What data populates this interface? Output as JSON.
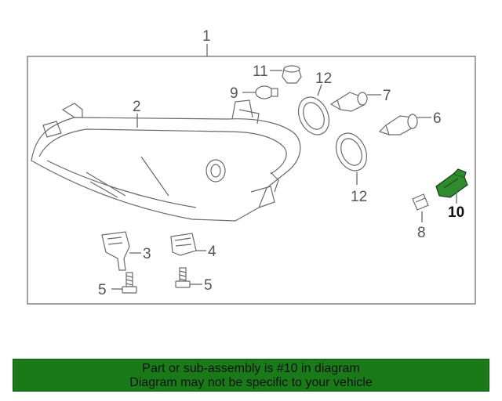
{
  "callouts": {
    "c1": "1",
    "c2": "2",
    "c3": "3",
    "c4": "4",
    "c5a": "5",
    "c5b": "5",
    "c6": "6",
    "c7": "7",
    "c8": "8",
    "c9": "9",
    "c10": "10",
    "c11": "11",
    "c12a": "12",
    "c12b": "12"
  },
  "highlight": {
    "color": "#2e8b2e",
    "part": "10"
  },
  "banner": {
    "line1": "Part or sub-assembly is #10 in diagram",
    "line2": "Diagram may not be specific to your vehicle",
    "bg_color": "#1a7a1a"
  }
}
